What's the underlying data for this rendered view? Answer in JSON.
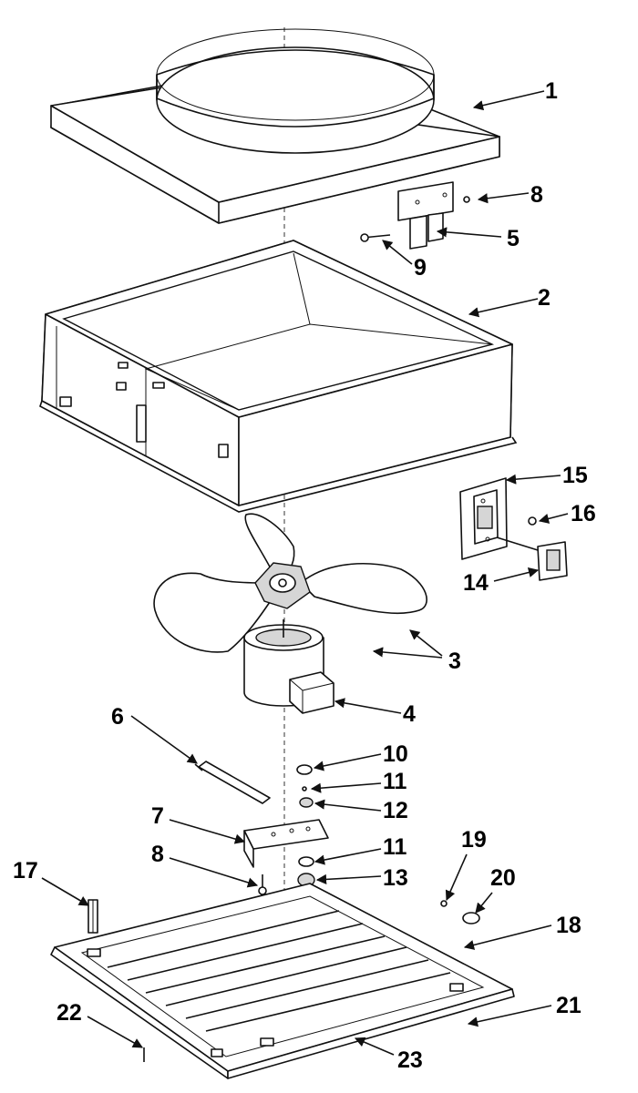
{
  "colors": {
    "ink": "#111111",
    "background": "#ffffff",
    "shade": "#d6d6d6"
  },
  "callouts": [
    {
      "id": "c1",
      "label": "1"
    },
    {
      "id": "c2",
      "label": "2"
    },
    {
      "id": "c3",
      "label": "3"
    },
    {
      "id": "c4",
      "label": "4"
    },
    {
      "id": "c5",
      "label": "5"
    },
    {
      "id": "c6",
      "label": "6"
    },
    {
      "id": "c7",
      "label": "7"
    },
    {
      "id": "c8a",
      "label": "8"
    },
    {
      "id": "c8b",
      "label": "8"
    },
    {
      "id": "c9",
      "label": "9"
    },
    {
      "id": "c10",
      "label": "10"
    },
    {
      "id": "c11a",
      "label": "11"
    },
    {
      "id": "c11b",
      "label": "11"
    },
    {
      "id": "c12",
      "label": "12"
    },
    {
      "id": "c13",
      "label": "13"
    },
    {
      "id": "c14",
      "label": "14"
    },
    {
      "id": "c15",
      "label": "15"
    },
    {
      "id": "c16",
      "label": "16"
    },
    {
      "id": "c17",
      "label": "17"
    },
    {
      "id": "c18",
      "label": "18"
    },
    {
      "id": "c19",
      "label": "19"
    },
    {
      "id": "c20",
      "label": "20"
    },
    {
      "id": "c21",
      "label": "21"
    },
    {
      "id": "c22",
      "label": "22"
    },
    {
      "id": "c23",
      "label": "23"
    }
  ]
}
